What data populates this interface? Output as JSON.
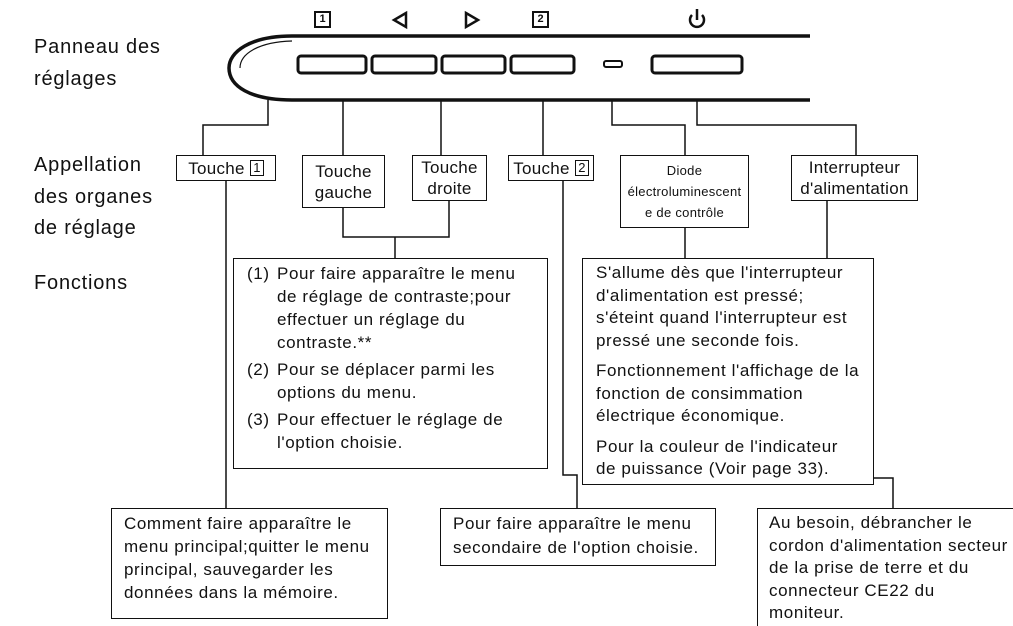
{
  "labels": {
    "panel": [
      "Panneau des",
      "réglages"
    ],
    "names": [
      "Appellation",
      "des organes",
      "de réglage"
    ],
    "functions": "Fonctions"
  },
  "panel_icons": {
    "key1": {
      "icon": "key-1-icon",
      "text": "1"
    },
    "left": {
      "icon": "left-triangle-icon"
    },
    "right": {
      "icon": "right-triangle-icon"
    },
    "key2": {
      "icon": "key-2-icon",
      "text": "2"
    },
    "power": {
      "icon": "power-icon"
    }
  },
  "controls": {
    "key1": {
      "label": "Touche",
      "key": "1"
    },
    "left": [
      "Touche",
      "gauche"
    ],
    "right": [
      "Touche",
      "droite"
    ],
    "key2": {
      "label": "Touche",
      "key": "2"
    },
    "led": [
      "Diode",
      "électroluminescent",
      "e de contrôle"
    ],
    "power": [
      "Interrupteur",
      "d'alimentation"
    ]
  },
  "functions": {
    "arrows": [
      {
        "num": "(1)",
        "lines": [
          "Pour faire apparaître le menu",
          "de réglage de contraste;pour",
          "effectuer un réglage du",
          "contraste.**"
        ]
      },
      {
        "num": "(2)",
        "lines": [
          "Pour se déplacer parmi les",
          "options du menu."
        ]
      },
      {
        "num": "(3)",
        "lines": [
          "Pour effectuer le réglage de",
          "l'option choisie."
        ]
      }
    ],
    "led": [
      [
        "S'allume dès que l'interrupteur",
        "d'alimentation est pressé;",
        "s'éteint quand l'interrupteur est",
        "pressé une seconde fois."
      ],
      [
        "Fonctionnement l'affichage de la",
        "fonction de consimmation",
        "électrique économique."
      ],
      [
        "Pour la couleur de l'indicateur",
        "de puissance (Voir page 33)."
      ]
    ],
    "key1": [
      "Comment faire apparaître le",
      "menu principal;quitter le menu",
      "principal, sauvegarder les",
      "données dans la mémoire."
    ],
    "key2": [
      "Pour faire apparaître le menu",
      "secondaire de l'option choisie."
    ],
    "power": [
      "Au besoin, débrancher le",
      "cordon d'alimentation secteur",
      "de la prise de terre et du",
      "connecteur CE22 du",
      "moniteur."
    ]
  }
}
